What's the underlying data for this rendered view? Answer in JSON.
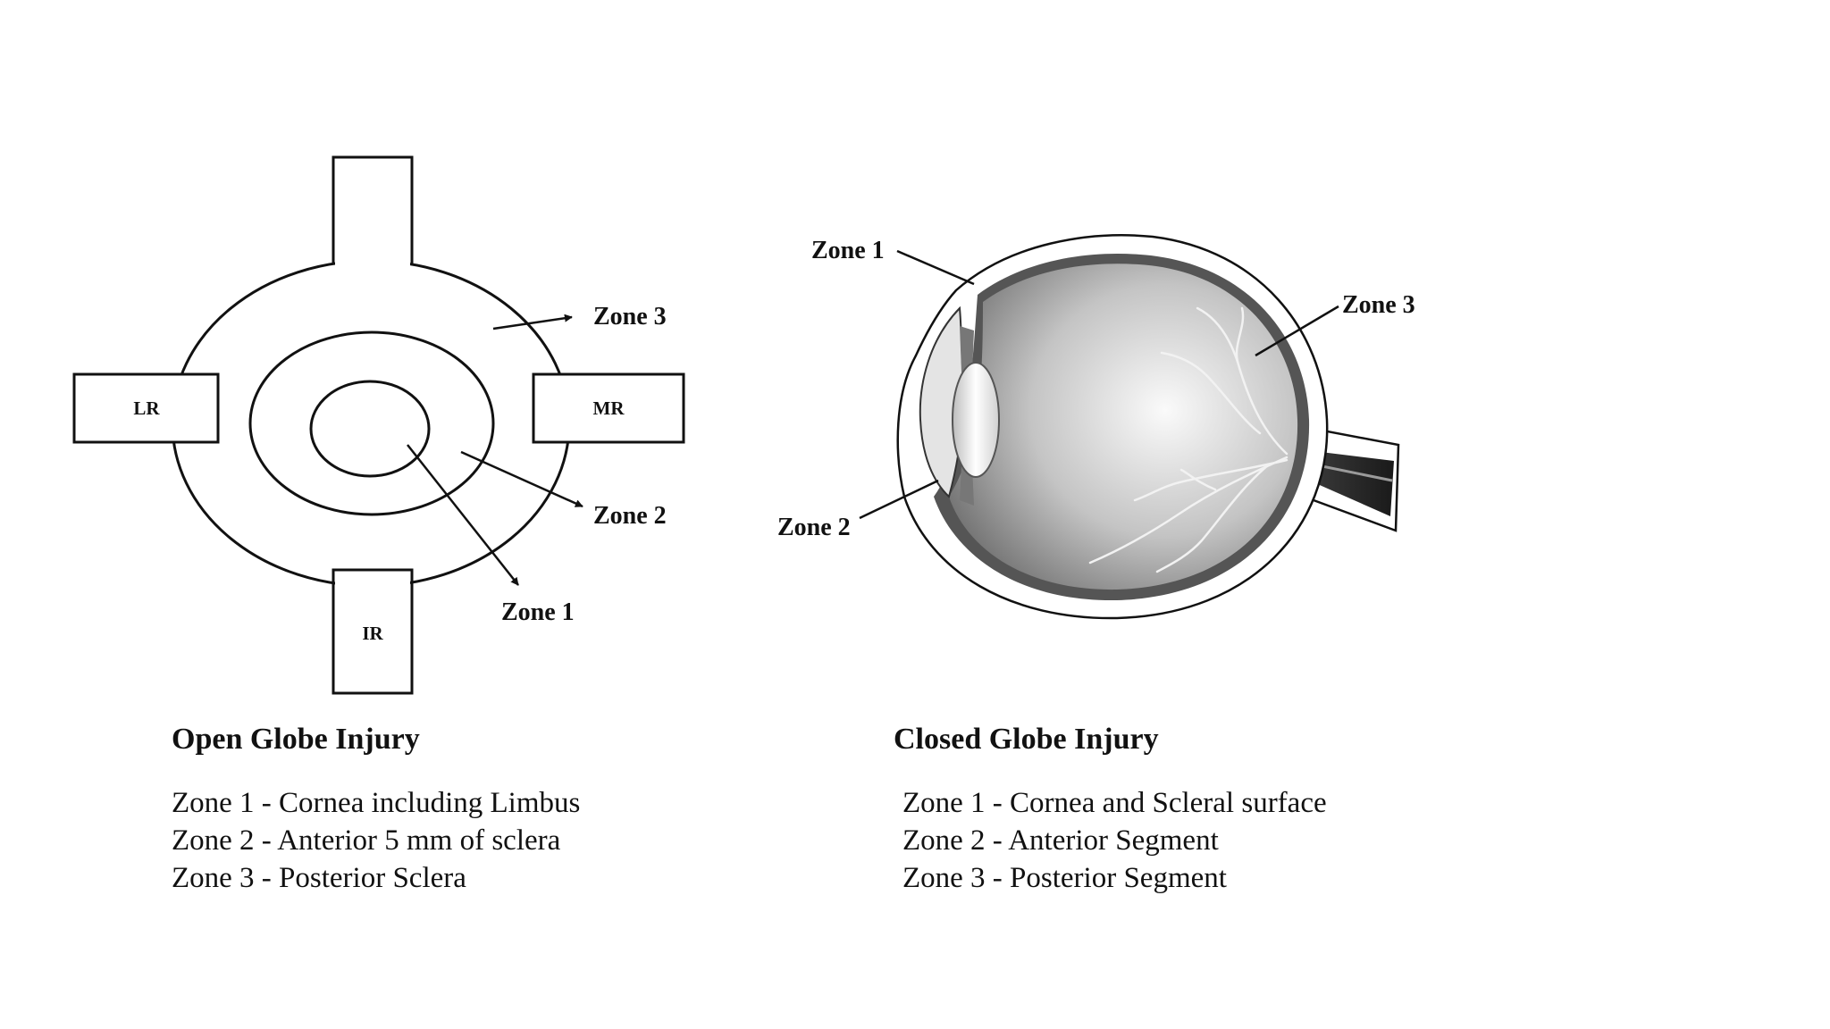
{
  "open_globe": {
    "heading": "Open Globe Injury",
    "muscles": {
      "left": "LR",
      "right": "MR",
      "bottom": "IR"
    },
    "diagram_labels": {
      "zone3": "Zone 3",
      "zone2": "Zone 2",
      "zone1": "Zone 1"
    },
    "zones": [
      "Zone 1 - Cornea including Limbus",
      "Zone 2 - Anterior 5 mm of sclera",
      "Zone 3 - Posterior Sclera"
    ]
  },
  "closed_globe": {
    "heading": "Closed Globe Injury",
    "diagram_labels": {
      "zone1": "Zone 1",
      "zone2": "Zone 2",
      "zone3": "Zone 3"
    },
    "zones": [
      "Zone 1 - Cornea and Scleral surface",
      "Zone 2 - Anterior Segment",
      "Zone 3 - Posterior Segment"
    ]
  }
}
